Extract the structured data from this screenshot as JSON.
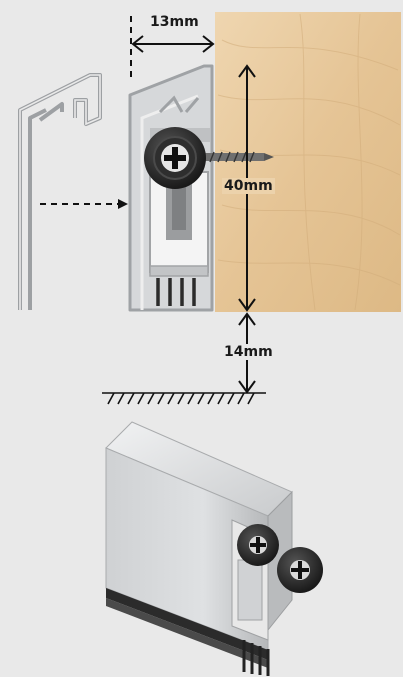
{
  "dimensions": {
    "width_label": "13mm",
    "height_label": "40mm",
    "gap_label": "14mm"
  },
  "colors": {
    "background": "#e9e9e9",
    "wood": "#e6c79d",
    "aluminium": "#c7c9cb",
    "seal": "#2a2a2a",
    "dimension_line": "#111111"
  },
  "icons": [
    "screw-head-icon",
    "arrow-right-icon",
    "floor-hatch-icon"
  ]
}
